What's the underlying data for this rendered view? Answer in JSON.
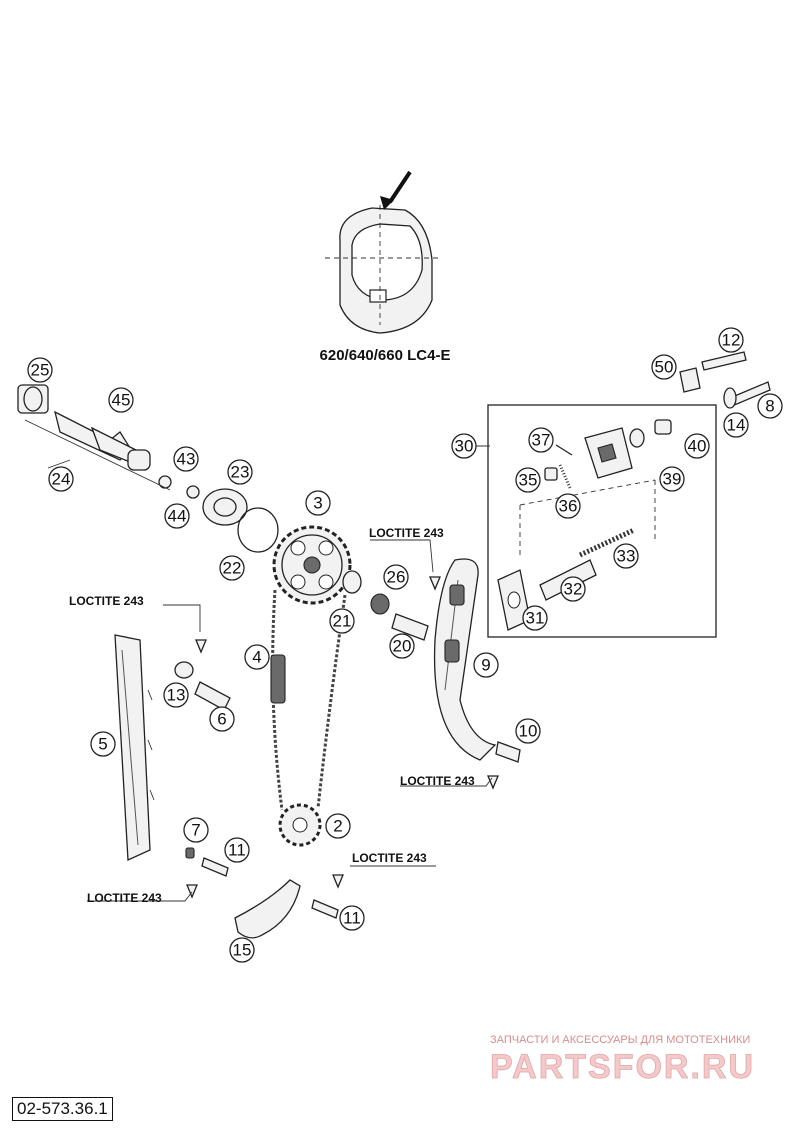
{
  "model_caption": "620/640/660 LC4-E",
  "catalog_number": "02-573.36.1",
  "loctite_label": "LOCTITE 243",
  "watermark": {
    "line1": "ЗАПЧАСТИ И АКСЕССУАРЫ ДЛЯ МОТОТЕХНИКИ",
    "line2": "PARTSFOR.RU"
  },
  "callouts": [
    "2",
    "3",
    "4",
    "5",
    "6",
    "7",
    "8",
    "9",
    "10",
    "11",
    "11",
    "12",
    "13",
    "14",
    "15",
    "20",
    "21",
    "22",
    "23",
    "24",
    "25",
    "26",
    "30",
    "31",
    "32",
    "33",
    "35",
    "36",
    "37",
    "39",
    "40",
    "43",
    "44",
    "45",
    "50"
  ],
  "colors": {
    "line": "#222222",
    "watermark": "#e2a5a5",
    "dark_part": "#6a6a6a"
  }
}
